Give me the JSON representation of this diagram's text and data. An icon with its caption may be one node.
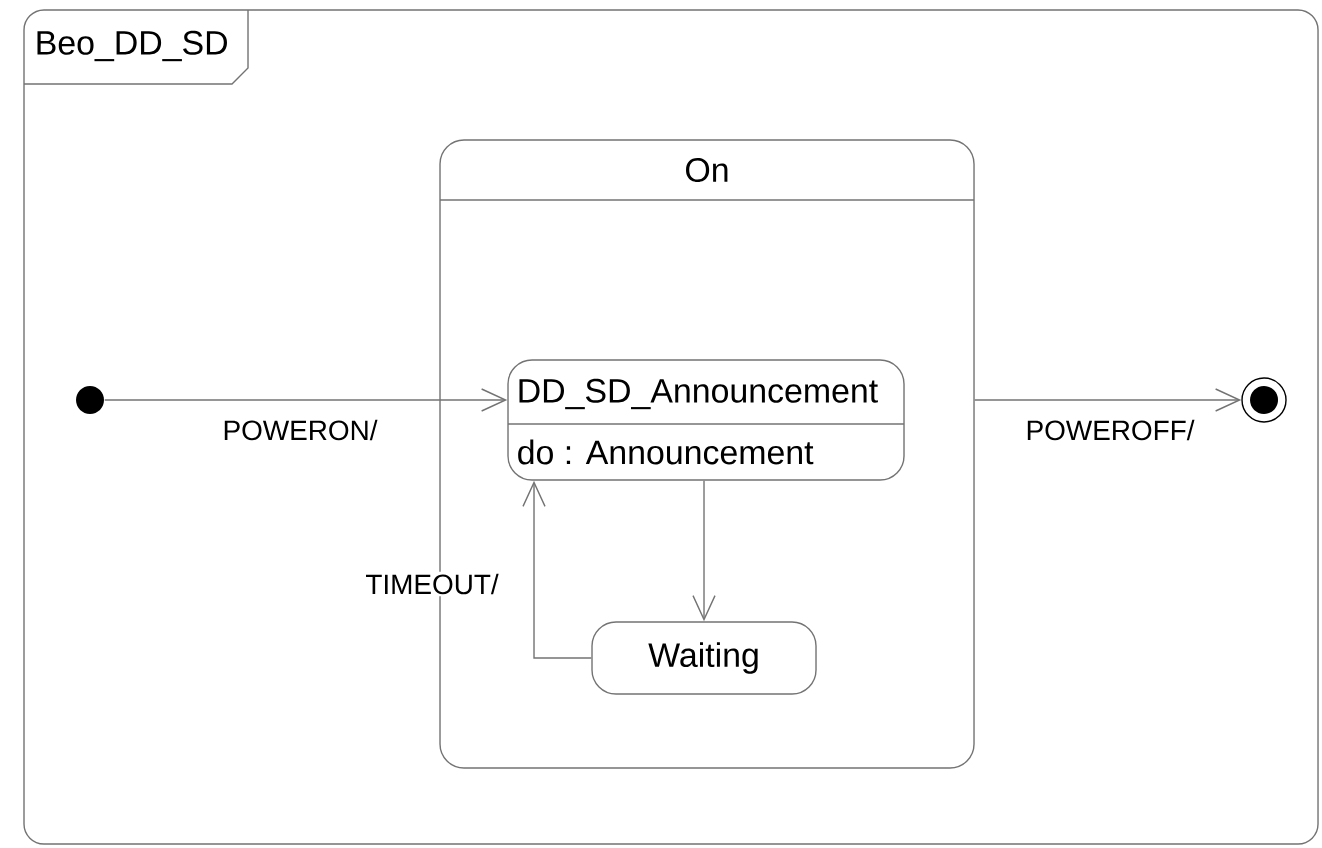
{
  "diagram": {
    "nodes": [
      {
        "text": [
          "Beo_DD_SD"
        ]
      },
      {
        "text": [
          "On"
        ],
        "in": 0
      },
      {
        "text": [
          "DD_SD_Announcement",
          "do : Announcement"
        ],
        "in": 1
      },
      {
        "text": [
          "Waiting"
        ],
        "in": 1
      },
      {
        "text": [],
        "shape": "circle",
        "in": 0
      },
      {
        "text": [],
        "shape": "circle",
        "in": 0
      }
    ],
    "edges": [
      {
        "from": 4,
        "to": 2,
        "arrow": "to",
        "label": "POWERON/"
      },
      {
        "from": 1,
        "to": 5,
        "arrow": "to",
        "label": "POWEROFF/"
      },
      {
        "from": 2,
        "to": 3,
        "arrow": "to"
      },
      {
        "from": 3,
        "to": 2,
        "arrow": "to",
        "label": "TIMEOUT/"
      }
    ]
  }
}
